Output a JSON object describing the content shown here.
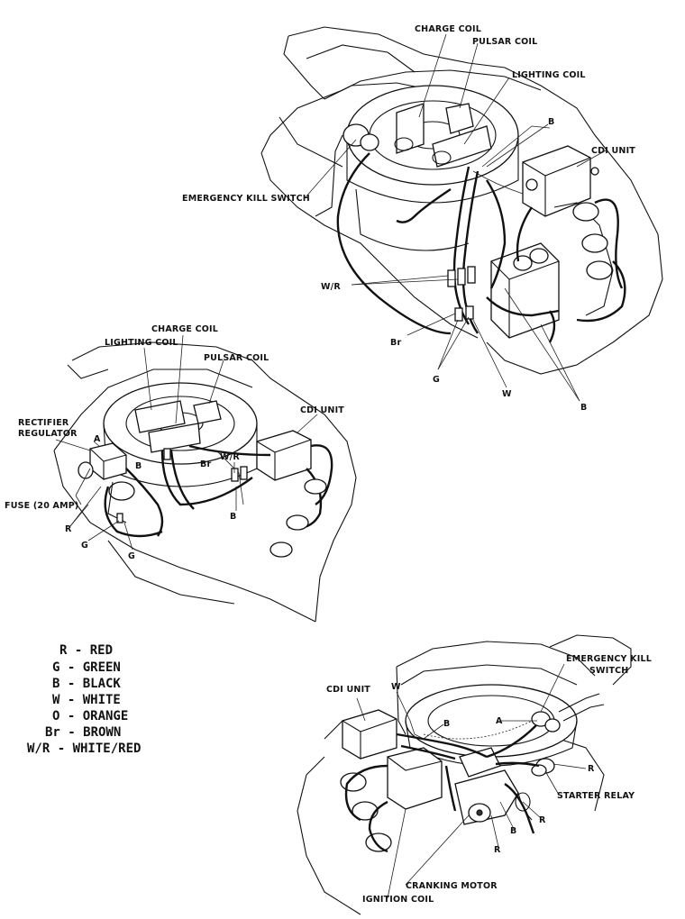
{
  "diagram1": {
    "labels": {
      "charge_coil": "CHARGE COIL",
      "pulsar_coil": "PULSAR COIL",
      "lighting_coil": "LIGHTING COIL",
      "cdi_unit": "CDI UNIT",
      "emergency_kill_switch": "EMERGENCY KILL SWITCH",
      "b_top": "B",
      "wr": "W/R",
      "br": "Br",
      "g": "G",
      "w": "W",
      "b_bottom": "B"
    }
  },
  "diagram2": {
    "labels": {
      "charge_coil": "CHARGE COIL",
      "lighting_coil": "LIGHTING COIL",
      "pulsar_coil": "PULSAR COIL",
      "cdi_unit": "CDI UNIT",
      "rectifier_regulator_1": "RECTIFIER",
      "rectifier_regulator_2": "REGULATOR",
      "a": "A",
      "b_left": "B",
      "fuse": "FUSE (20 AMP)",
      "r": "R",
      "g_left": "G",
      "g_right": "G",
      "wr": "W/R",
      "br": "Br",
      "b_right": "B"
    }
  },
  "diagram3": {
    "labels": {
      "cdi_unit": "CDI UNIT",
      "w": "W",
      "b": "B",
      "a": "A",
      "emergency_kill_switch_1": "EMERGENCY KILL",
      "emergency_kill_switch_2": "SWITCH",
      "r_top": "R",
      "starter_relay": "STARTER RELAY",
      "r_mid": "R",
      "b_low": "B",
      "r_low": "R",
      "cranking_motor": "CRANKING MOTOR",
      "ignition_coil": "IGNITION COIL"
    }
  },
  "legend": [
    "R - RED",
    "G - GREEN",
    "B - BLACK",
    "W - WHITE",
    "O - ORANGE",
    "Br - BROWN",
    "W/R - WHITE/RED"
  ]
}
